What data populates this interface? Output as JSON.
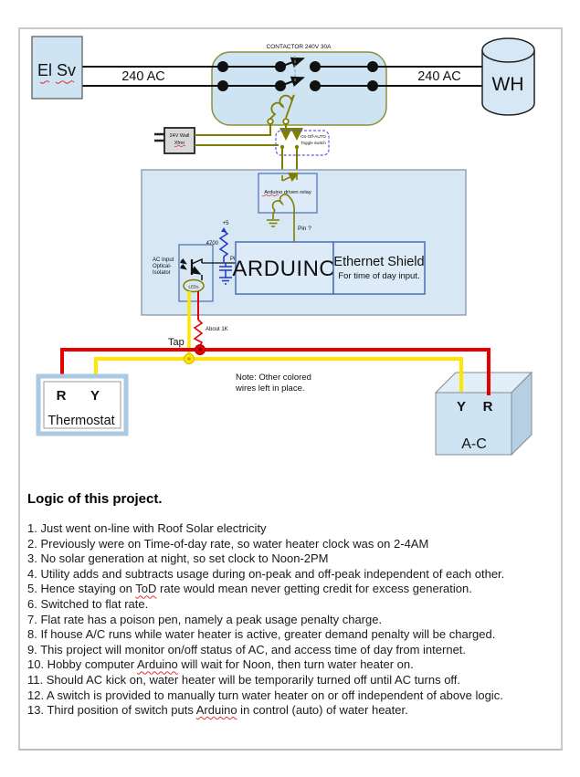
{
  "diagram": {
    "el_sv_label": "El Sv",
    "ac_left_label": "240 AC",
    "ac_right_label": "240 AC",
    "contactor_label": "CONTACTOR 240V 30A",
    "wh_label": "WH",
    "xfmr_line1": "24V Wall",
    "xfmr_line2": "Xfmr",
    "toggle_line1": "On-Off-AUTO",
    "toggle_line2": "Toggle switch",
    "relay_label": "Arduino driven relay",
    "relay_pin_label": "Pin ?",
    "arduino_label": "ARDUINO",
    "ethernet_title": "Ethernet Shield",
    "ethernet_subtitle": "For time of day input.",
    "opto_label1": "AC Input",
    "opto_label2": "Optical-",
    "opto_label3": "Isolator",
    "opto_leds_label": "LEDs",
    "resistor_value": "4700",
    "vcc_label": "+5",
    "arduino_pin_label": "Pin ?",
    "sense_resistor_label": "About 1K",
    "tap_label": "Tap",
    "note_line1": "Note: Other colored",
    "note_line2": "wires left in place.",
    "thermostat": {
      "terminal_r": "R",
      "terminal_y": "Y",
      "label": "Thermostat"
    },
    "ac_unit": {
      "terminal_y": "Y",
      "terminal_r": "R",
      "label": "A-C"
    }
  },
  "logic": {
    "heading": "Logic of this project.",
    "items": [
      {
        "text": "1. Just went on-line with Roof Solar electricity"
      },
      {
        "text": "2. Previously were on Time-of-day rate, so water heater clock was on 2-4AM"
      },
      {
        "text": "3. No solar generation at night, so set clock to Noon-2PM"
      },
      {
        "text": "4. Utility adds and subtracts usage during on-peak and off-peak independent of each other."
      },
      {
        "text": "5. Hence staying on ToD rate would mean never getting credit for excess generation.",
        "wavy": "ToD"
      },
      {
        "text": "6. Switched to flat rate."
      },
      {
        "text": "7. Flat rate has a poison pen, namely a peak usage penalty charge."
      },
      {
        "text": "8. If house A/C runs while water heater is active, greater demand penalty will be charged."
      },
      {
        "text": "9. This project will monitor on/off status of AC, and access time of day from internet."
      },
      {
        "text": "10. Hobby computer Arduino will wait for Noon, then turn water heater on.",
        "wavy": "Arduino"
      },
      {
        "text": "11. Should AC kick on, water heater will be temporarily turned off until AC turns off."
      },
      {
        "text": "12. A switch is provided to manually turn water heater on or off independent of above logic."
      },
      {
        "text": "13. Third position of switch puts Arduino in control (auto) of water heater.",
        "wavy": "Arduino"
      }
    ]
  },
  "colors": {
    "box_fill": "#cfe4f2",
    "panel_fill": "#d7e7f4",
    "wire_olive": "#7f7f00",
    "wire_red": "#e60000",
    "wire_yellow": "#ffe600",
    "component_blue": "#2233cc",
    "misspell_underline": "#e03030",
    "frame_border": "#c9c9c9"
  }
}
